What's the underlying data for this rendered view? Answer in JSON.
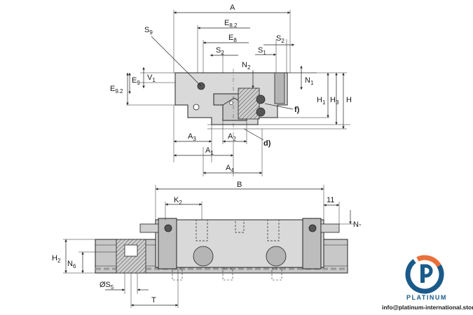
{
  "top_view": {
    "A": "A",
    "E8_2": "E",
    "E8_2_sub": "8.2",
    "E8": "E",
    "E8_sub": "8",
    "S9": "S",
    "S9_sub": "9",
    "S2_left": "S",
    "S2_left_sub": "2",
    "S2_right": "S",
    "S2_right_sub": "2",
    "S1": "S",
    "S1_sub": "1",
    "N2": "N",
    "N2_sub": "2",
    "N1": "N",
    "N1_sub": "1",
    "V1": "V",
    "V1_sub": "1",
    "E9": "E",
    "E9_sub": "9",
    "E9_2": "E",
    "E9_2_sub": "9.2",
    "H1": "H",
    "H1_sub": "1",
    "H3": "H",
    "H3_sub": "3",
    "H": "H",
    "f": "f)",
    "d": "d)",
    "A3": "A",
    "A3_sub": "3",
    "A2": "A",
    "A2_sub": "2",
    "A1": "A",
    "A1_sub": "1",
    "A4": "A",
    "A4_sub": "4"
  },
  "side_view": {
    "B": "B",
    "K2": "K",
    "K2_sub": "2",
    "eleven": "11",
    "N_right": "N-",
    "H2": "H",
    "H2_sub": "2",
    "N6": "N",
    "N6_sub": "6",
    "S5": "ØS",
    "S5_sub": "5",
    "T": "T"
  },
  "logo": {
    "brand": "PLATINUM",
    "email": "info@platinum-international.store",
    "brand_color": "#1a5a8a",
    "accent_color": "#e8703a"
  }
}
